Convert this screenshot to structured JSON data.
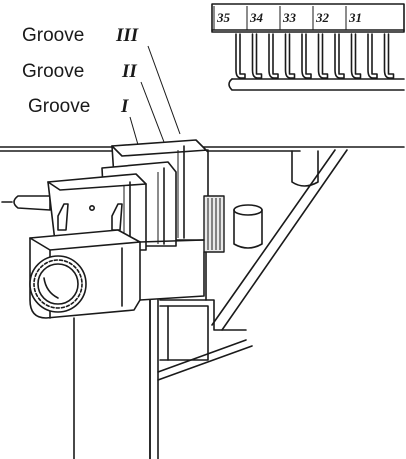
{
  "labels": {
    "groove_3": {
      "word": "Groove",
      "numeral": "III"
    },
    "groove_2": {
      "word": "Groove",
      "numeral": "II"
    },
    "groove_1": {
      "word": "Groove",
      "numeral": "I"
    }
  },
  "needle_numbers": [
    "35",
    "34",
    "33",
    "32",
    "31"
  ]
}
